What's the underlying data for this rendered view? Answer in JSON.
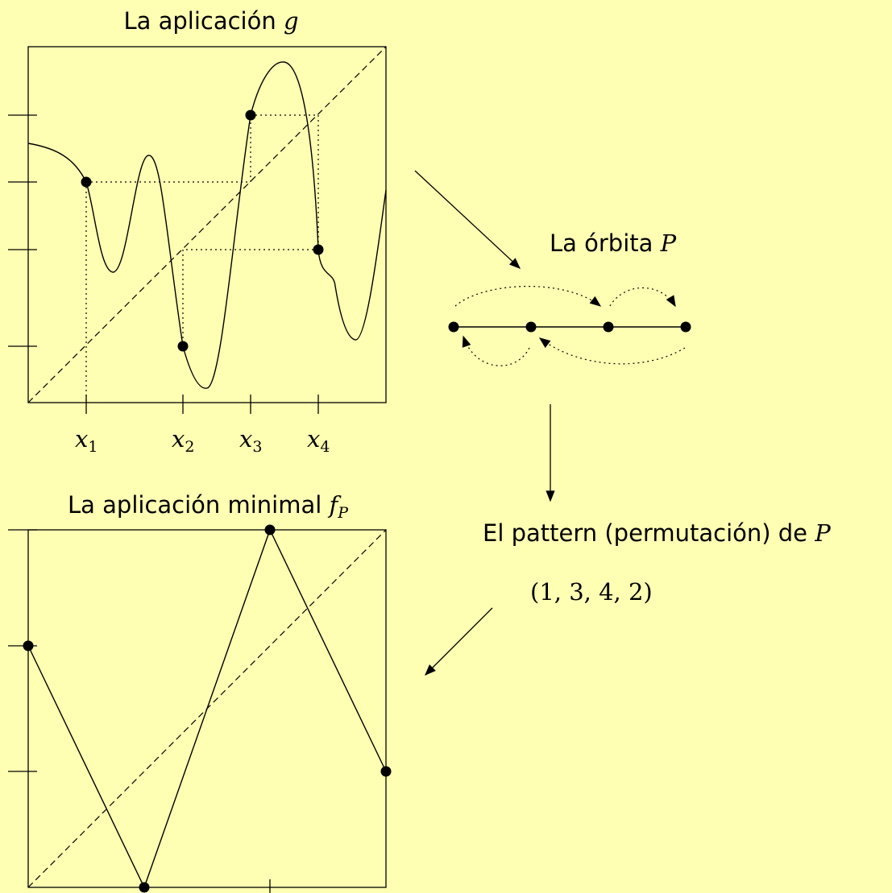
{
  "colors": {
    "background": "#ffffb3",
    "ink": "#000000"
  },
  "top_plot": {
    "title_text": "La aplicación ",
    "title_symbol": "g",
    "x_labels": [
      {
        "base": "x",
        "sub": "1"
      },
      {
        "base": "x",
        "sub": "2"
      },
      {
        "base": "x",
        "sub": "3"
      },
      {
        "base": "x",
        "sub": "4"
      }
    ]
  },
  "orbit": {
    "title_text": "La órbita ",
    "title_symbol": "P"
  },
  "pattern": {
    "text": "El pattern (permutación) de ",
    "symbol": "P",
    "permutation": "(1, 3, 4, 2)"
  },
  "bottom_plot": {
    "title_text": "La aplicación minimal ",
    "title_symbol": "f",
    "title_sub": "P"
  }
}
